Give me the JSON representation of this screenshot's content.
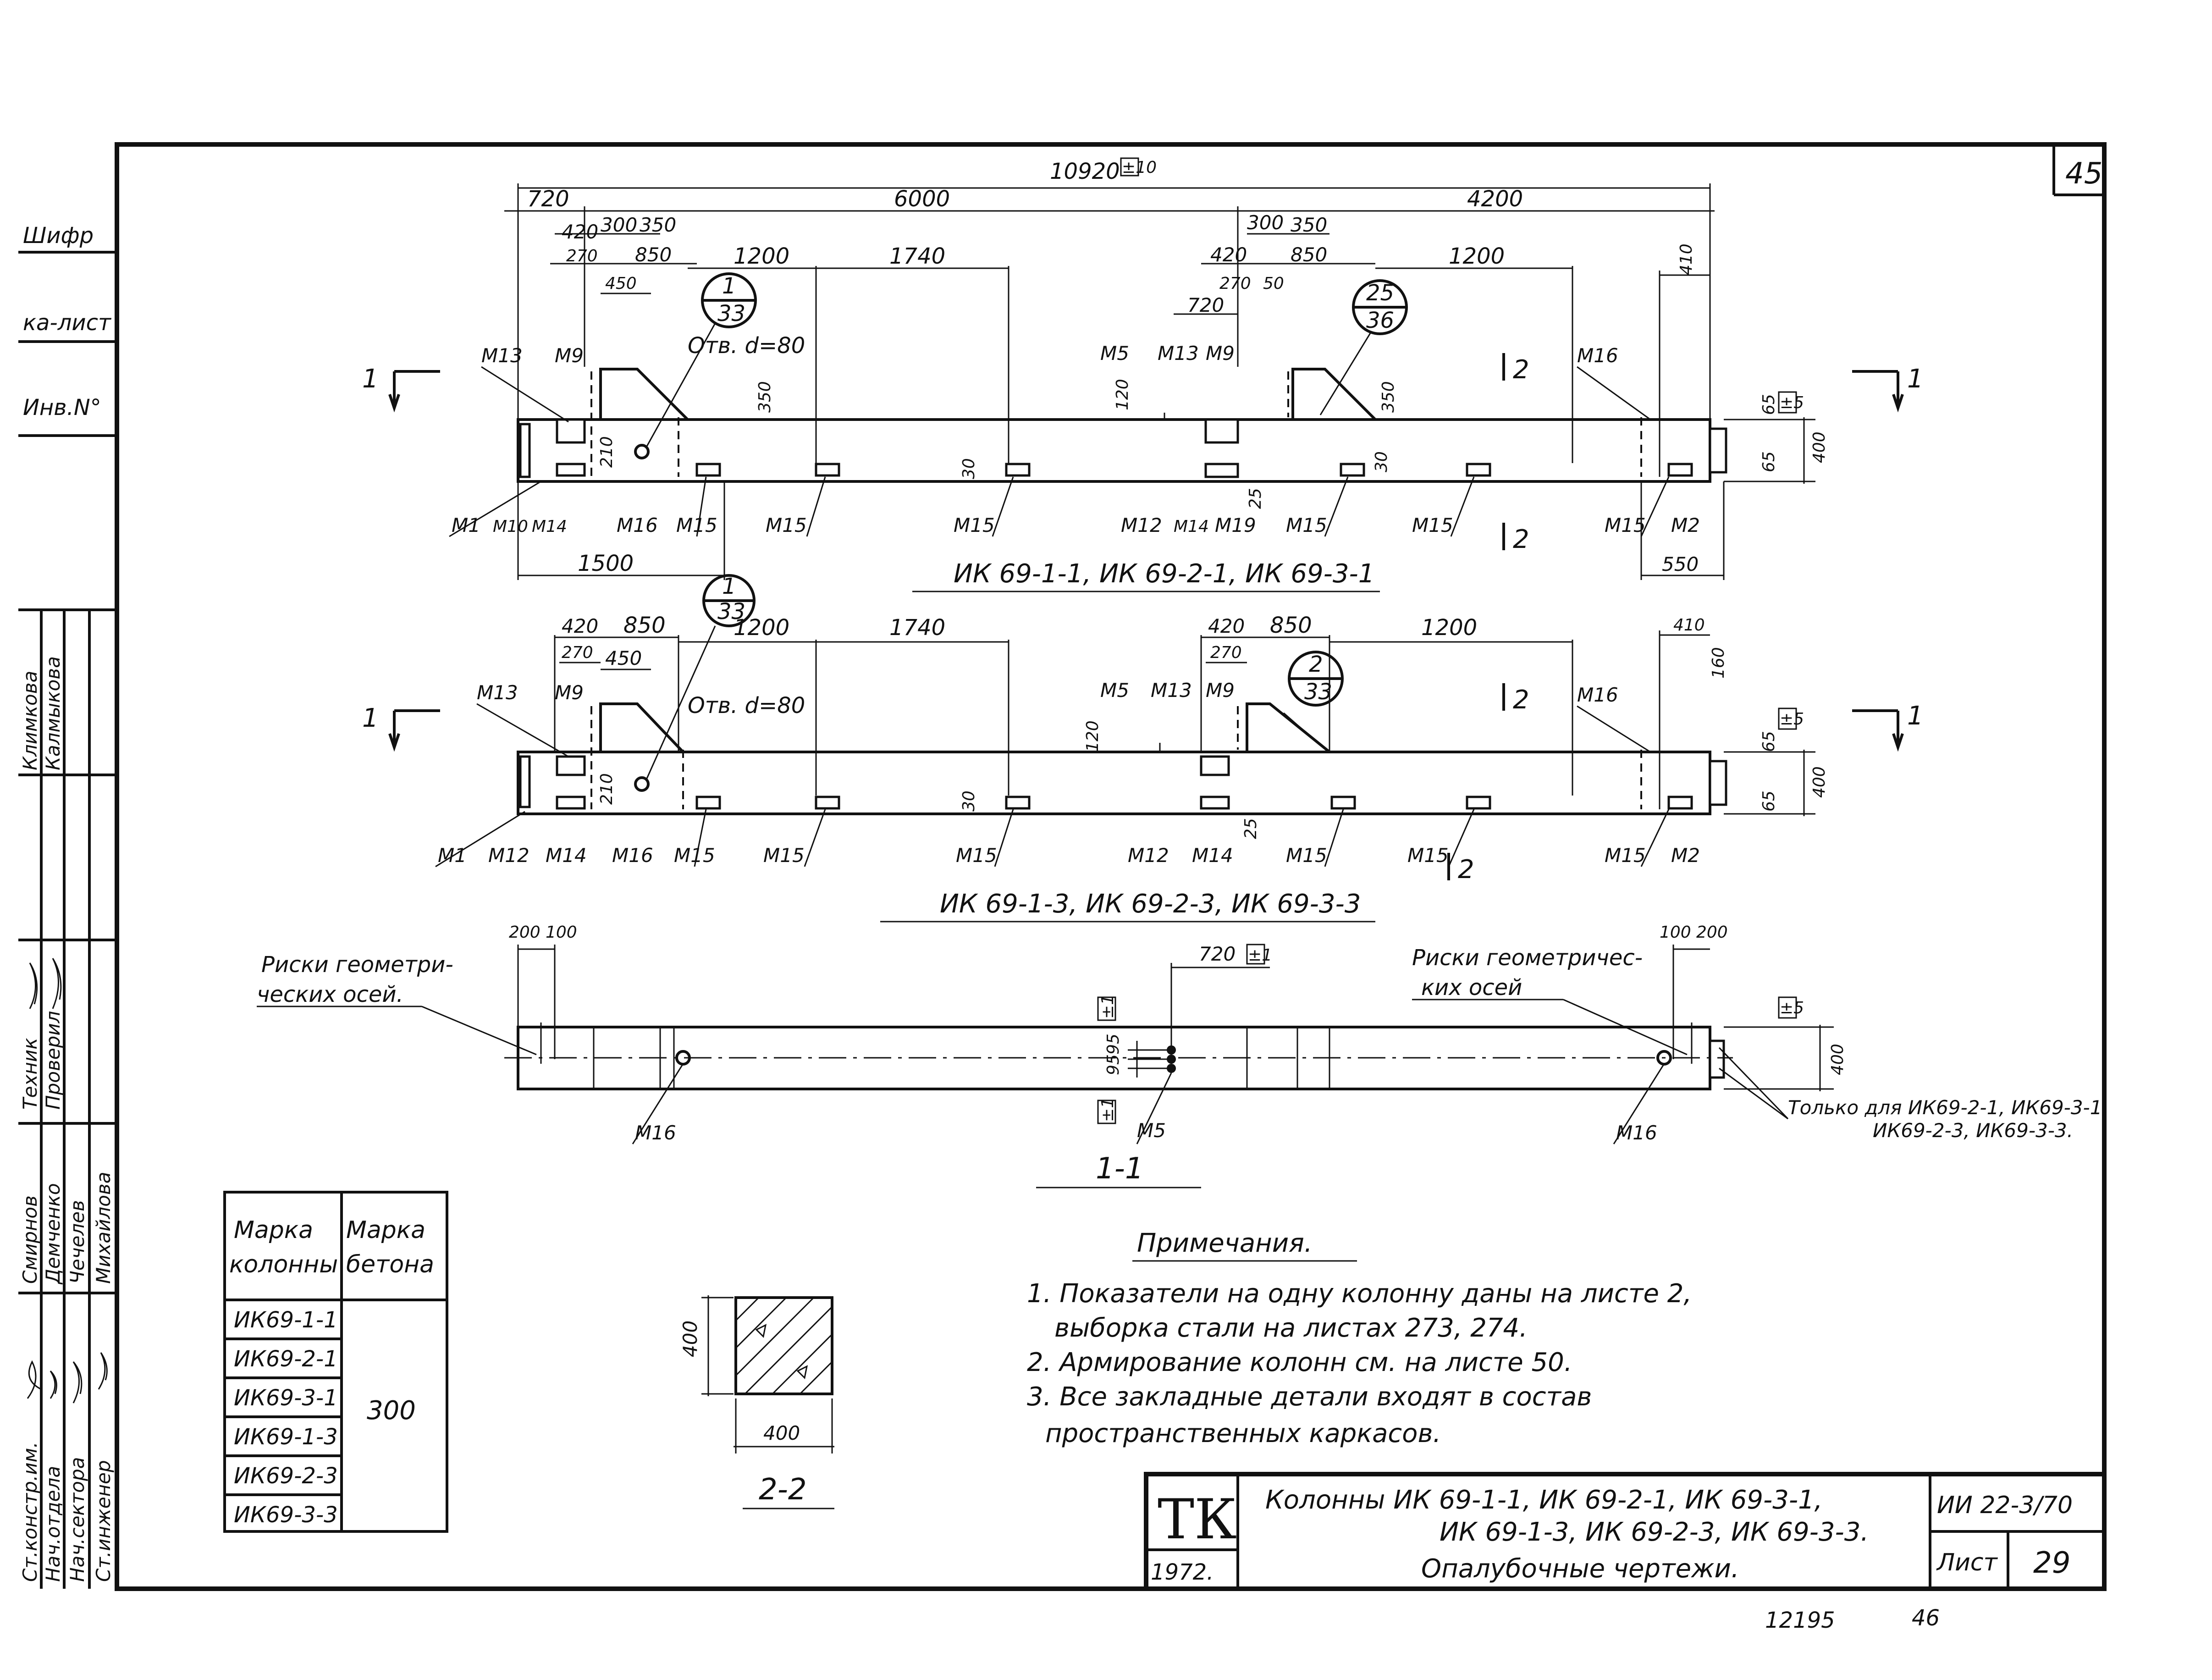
{
  "sheet_number_corner": "45",
  "left_stamp": {
    "top_cells": [
      "Шифр",
      "ка-лист",
      "Инв.N°"
    ],
    "sign_roles": [
      "Ст.констр.им.",
      "Нач.отдела",
      "Нач.сектора",
      "Ст.инженер",
      "Техник",
      "Проверил"
    ],
    "sign_names": [
      "Смирнов",
      "Демченко",
      "Чечелев",
      "Михайлова",
      "Климкова",
      "Калмыкова"
    ]
  },
  "elevation1": {
    "overall_dim": "10920",
    "overall_tol": "±10",
    "dims_top": [
      "720",
      "6000",
      "4200"
    ],
    "dims_left_group": [
      "420",
      "300",
      "350",
      "270",
      "850",
      "450",
      "1200",
      "1740"
    ],
    "dims_mid_group": [
      "300",
      "350",
      "420",
      "850",
      "1200",
      "270",
      "50",
      "720"
    ],
    "dim_right": "410",
    "dims_vert": [
      "350",
      "210",
      "30",
      "120",
      "350",
      "30",
      "25",
      "65",
      "65",
      "400"
    ],
    "tol_right": "±5",
    "dims_bottom": [
      "1500",
      "550"
    ],
    "callout1": {
      "num": "1",
      "sheet": "33"
    },
    "callout2": {
      "num": "25",
      "sheet": "36"
    },
    "hole": "Отв. d=80",
    "marks_top": [
      "М13",
      "М9",
      "М5",
      "М13",
      "М9",
      "М16"
    ],
    "marks_bottom": [
      "М1",
      "М10",
      "М14",
      "М16",
      "М15",
      "М15",
      "М15",
      "М12",
      "М14",
      "М19",
      "М15",
      "М15",
      "М15",
      "М2"
    ],
    "section_label": "1",
    "cut_label": "2",
    "caption": "ИК 69-1-1, ИК 69-2-1, ИК 69-3-1"
  },
  "elevation2": {
    "dims_left_group": [
      "420",
      "850",
      "1200",
      "1740",
      "270",
      "450"
    ],
    "dims_mid_group": [
      "420",
      "850",
      "1200",
      "270"
    ],
    "dim_right": "410",
    "dim_right2": "160",
    "dims_vert": [
      "120",
      "210",
      "30",
      "25",
      "65",
      "65",
      "400"
    ],
    "tol_right": "±5",
    "callout1": {
      "num": "1",
      "sheet": "33"
    },
    "callout2": {
      "num": "2",
      "sheet": "33"
    },
    "hole": "Отв. d=80",
    "marks_top": [
      "М13",
      "М9",
      "М5",
      "М13",
      "М9",
      "М16"
    ],
    "marks_bottom": [
      "М1",
      "М12",
      "М14",
      "М16",
      "М15",
      "М15",
      "М15",
      "М12",
      "М14",
      "М15",
      "М15",
      "М15",
      "М2"
    ],
    "section_label": "1",
    "cut_label": "2",
    "caption": "ИК 69-1-3, ИК 69-2-3, ИК 69-3-3"
  },
  "plan": {
    "dims_left": [
      "200",
      "100"
    ],
    "dims_right": [
      "100",
      "200"
    ],
    "dim_mid": "720",
    "tol_mid": "±1",
    "tol_right": "±5",
    "tol_a": "±1",
    "tol_b": "±1",
    "dims_small": [
      "95",
      "95"
    ],
    "dim_400": "400",
    "note_left_line1": "Риски геометри-",
    "note_left_line2": "ческих осей.",
    "note_right_line1": "Риски геометричес-",
    "note_right_line2": "ких осей",
    "only_note_line1": "Только для ИК69-2-1, ИК69-3-1,",
    "only_note_line2": "ИК69-2-3, ИК69-3-3.",
    "marks": [
      "М16",
      "М5",
      "М16"
    ],
    "caption": "1-1"
  },
  "section22": {
    "dim_v": "400",
    "dim_h": "400",
    "caption": "2-2"
  },
  "table": {
    "header_col1_line1": "Марка",
    "header_col1_line2": "колонны",
    "header_col2_line1": "Марка",
    "header_col2_line2": "бетона",
    "rows": [
      "ИК69-1-1",
      "ИК69-2-1",
      "ИК69-3-1",
      "ИК69-1-3",
      "ИК69-2-3",
      "ИК69-3-3"
    ],
    "concrete": "300"
  },
  "notes": {
    "title": "Примечания.",
    "lines": [
      "1. Показатели на одну колонну даны на листе 2,",
      "выборка стали на листах 273, 274.",
      "2. Армирование колонн см. на листе 50.",
      "3. Все закладные детали входят в состав",
      "пространственных каркасов."
    ]
  },
  "titleblock": {
    "logo": "ТК",
    "year": "1972.",
    "title_line1": "Колонны ИК 69-1-1, ИК 69-2-1, ИК 69-3-1,",
    "title_line2": "ИК 69-1-3, ИК 69-2-3, ИК 69-3-3.",
    "title_line3": "Опалубочные чертежи.",
    "code": "ИИ 22-3/70",
    "sheet_label": "Лист",
    "sheet_num": "29"
  },
  "footer": {
    "inv": "12195",
    "page": "46"
  }
}
